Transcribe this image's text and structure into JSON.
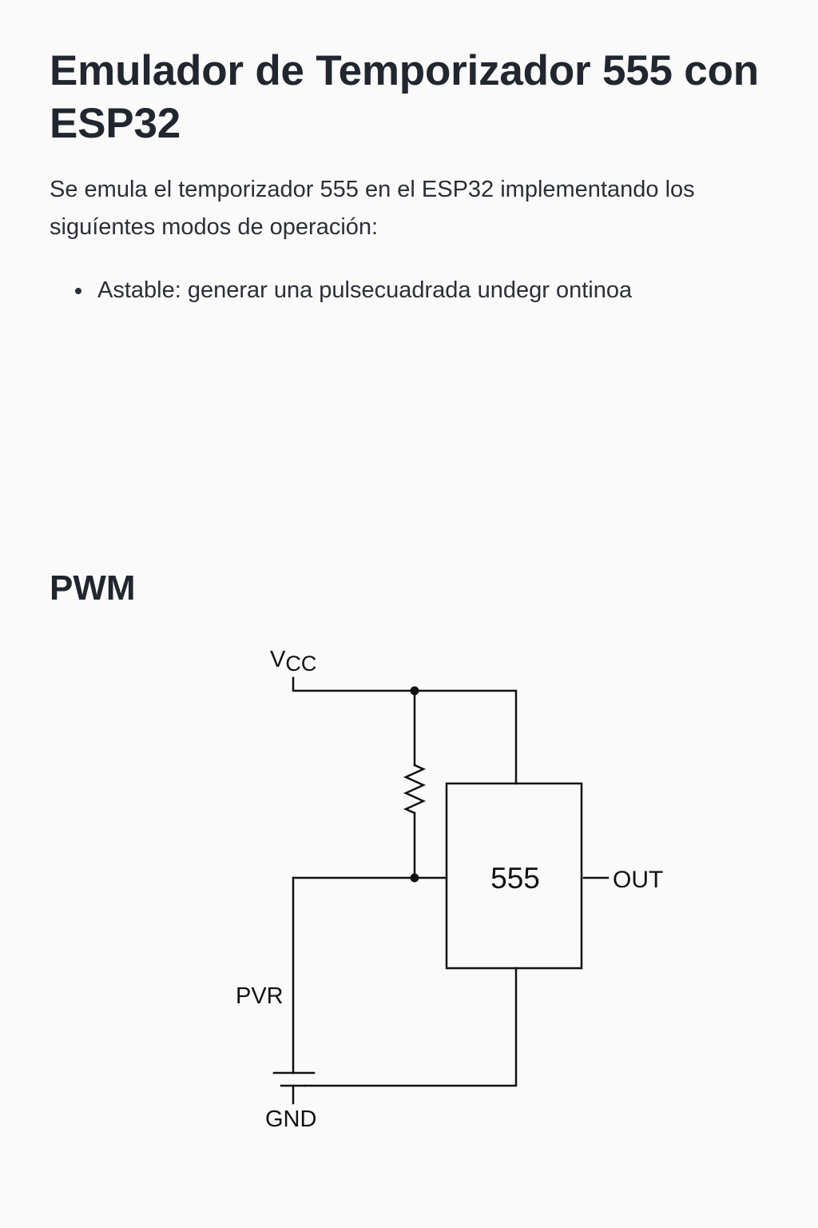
{
  "document": {
    "title": "Emulador de Temporizador 555 con ESP32",
    "intro": "Se emula el temporizador 555 en el ESP32 implementando los siguíentes modos de operación:",
    "modes": [
      "Astable: generar una pulsecuadrada undegr ontinoa"
    ],
    "section_title": "PWM"
  },
  "schematic": {
    "vcc_main": "V",
    "vcc_sub": "CC",
    "ic_label": "555",
    "out_label": "OUT",
    "pvr_label": "PVR",
    "gnd_label": "GND"
  },
  "colors": {
    "background": "#fafafa",
    "text": "#22262e",
    "wire": "#111111"
  }
}
